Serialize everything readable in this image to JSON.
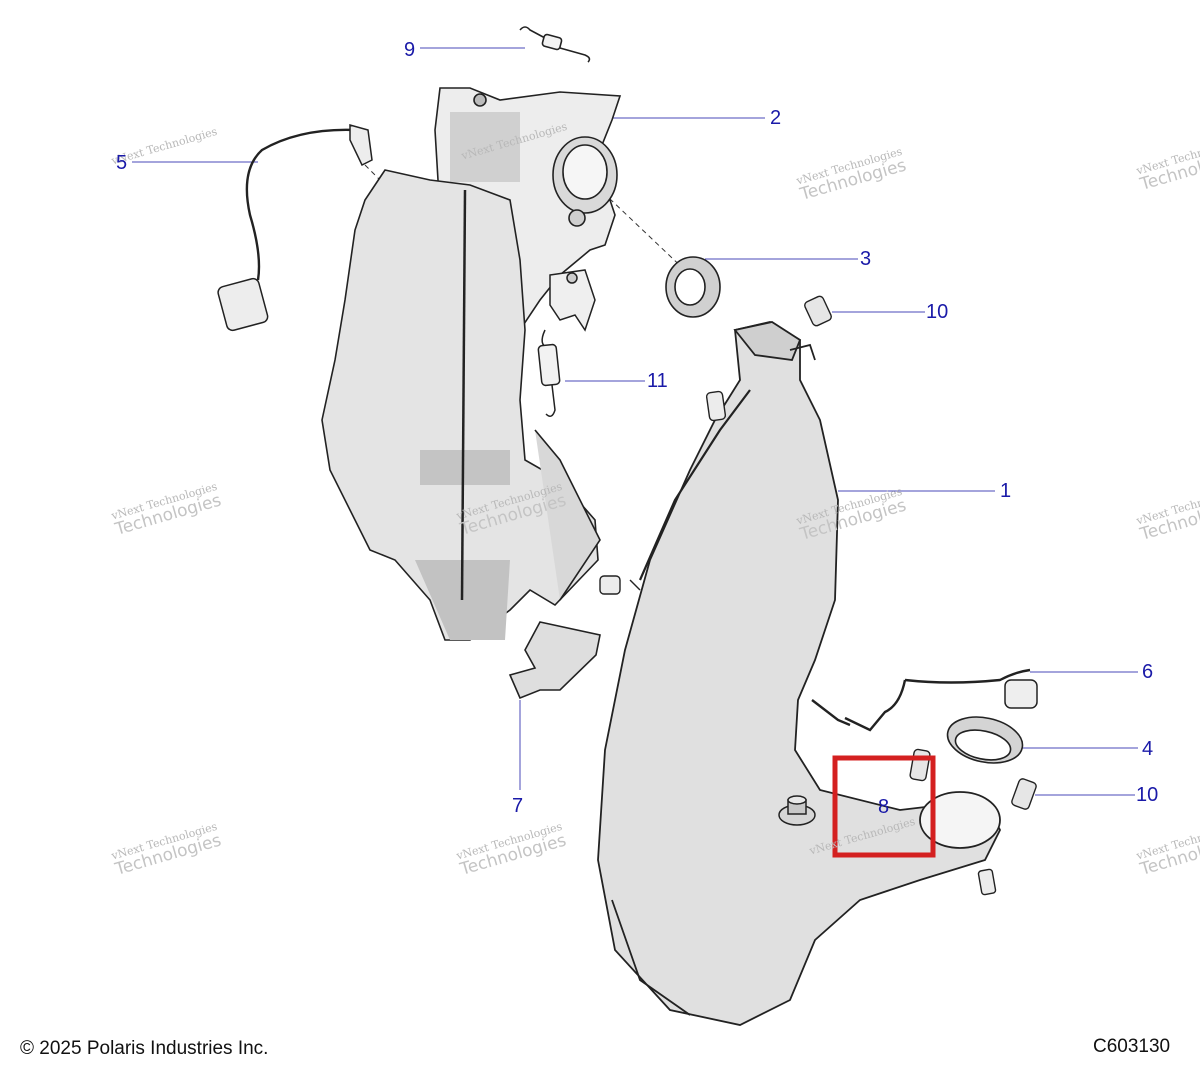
{
  "callouts": [
    {
      "id": "9",
      "label": "9"
    },
    {
      "id": "2",
      "label": "2"
    },
    {
      "id": "5",
      "label": "5"
    },
    {
      "id": "3",
      "label": "3"
    },
    {
      "id": "10a",
      "label": "10"
    },
    {
      "id": "11",
      "label": "11"
    },
    {
      "id": "1",
      "label": "1"
    },
    {
      "id": "6",
      "label": "6"
    },
    {
      "id": "4",
      "label": "4"
    },
    {
      "id": "10b",
      "label": "10"
    },
    {
      "id": "8",
      "label": "8"
    },
    {
      "id": "7",
      "label": "7"
    }
  ],
  "watermark": {
    "line1": "vNext Technologies",
    "line2": "Technologies"
  },
  "footer": {
    "copyright": "© 2025 Polaris Industries Inc.",
    "code": "C603130"
  },
  "colors": {
    "callout": "#1a1aa8",
    "highlight": "#d42020",
    "part_fill": "#e3e3e3",
    "outline": "#222222"
  }
}
